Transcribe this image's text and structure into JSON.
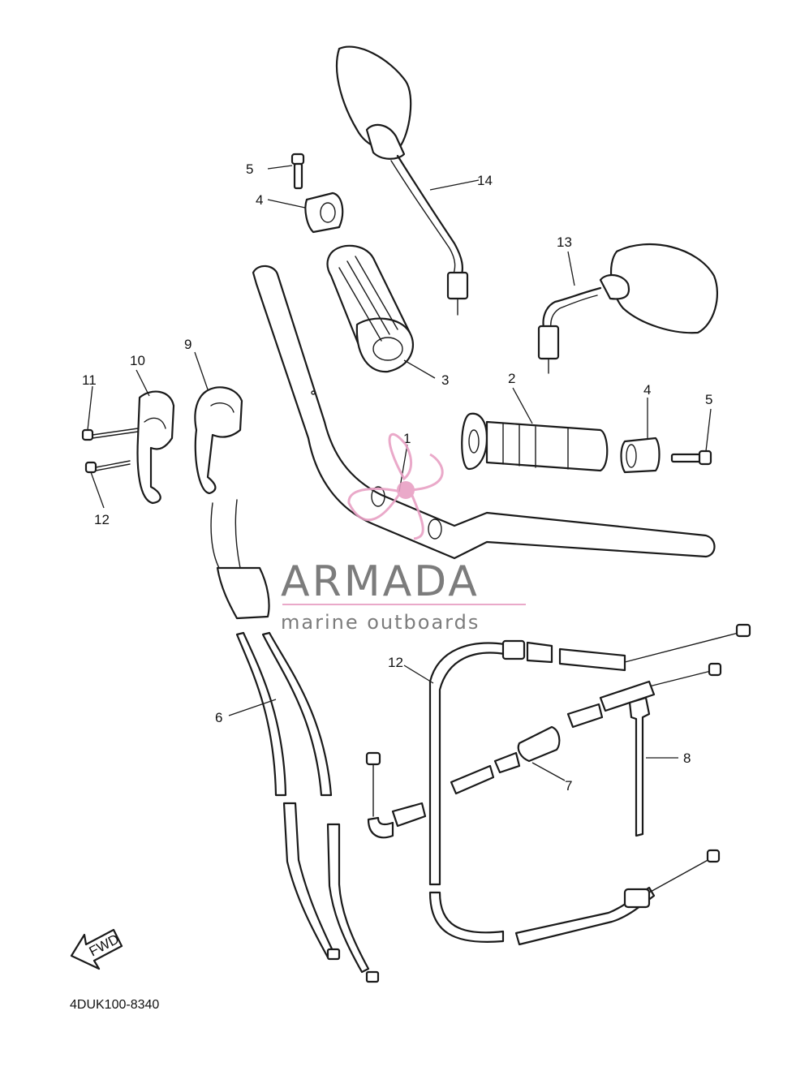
{
  "diagram": {
    "drawing_code": "4DUK100-8340",
    "fwd_arrow_text": "FWD",
    "callouts": [
      {
        "id": "c1",
        "label": "1"
      },
      {
        "id": "c2",
        "label": "2"
      },
      {
        "id": "c3",
        "label": "3"
      },
      {
        "id": "c4a",
        "label": "4"
      },
      {
        "id": "c4b",
        "label": "4"
      },
      {
        "id": "c5a",
        "label": "5"
      },
      {
        "id": "c5b",
        "label": "5"
      },
      {
        "id": "c6",
        "label": "6"
      },
      {
        "id": "c7",
        "label": "7"
      },
      {
        "id": "c8",
        "label": "8"
      },
      {
        "id": "c9",
        "label": "9"
      },
      {
        "id": "c10",
        "label": "10"
      },
      {
        "id": "c11",
        "label": "11"
      },
      {
        "id": "c12a",
        "label": "12"
      },
      {
        "id": "c12b",
        "label": "12"
      },
      {
        "id": "c13",
        "label": "13"
      },
      {
        "id": "c14",
        "label": "14"
      }
    ]
  },
  "watermark": {
    "brand": "ARMADA",
    "tagline": "marine outboards",
    "colors": {
      "text": "#6e6e6e",
      "accent": "#e8a0c4"
    }
  }
}
